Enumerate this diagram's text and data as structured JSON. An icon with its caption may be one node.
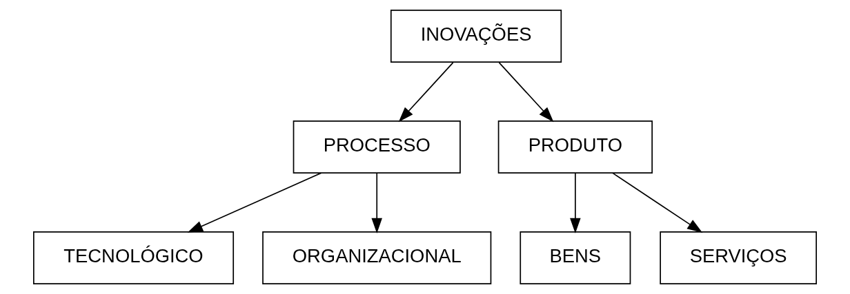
{
  "diagram": {
    "nodes": [
      {
        "text": [
          "INOVAÇÕES"
        ]
      },
      {
        "text": [
          "PROCESSO"
        ]
      },
      {
        "text": [
          "PRODUTO"
        ]
      },
      {
        "text": [
          "TECNOLÓGICO"
        ]
      },
      {
        "text": [
          "ORGANIZACIONAL"
        ]
      },
      {
        "text": [
          "BENS"
        ]
      },
      {
        "text": [
          "SERVIÇOS"
        ]
      }
    ],
    "edges": [
      {
        "from": 0,
        "to": 1,
        "arrow": "to"
      },
      {
        "from": 0,
        "to": 2,
        "arrow": "to"
      },
      {
        "from": 1,
        "to": 3,
        "arrow": "to"
      },
      {
        "from": 1,
        "to": 4,
        "arrow": "to"
      },
      {
        "from": 2,
        "to": 5,
        "arrow": "to"
      },
      {
        "from": 2,
        "to": 6,
        "arrow": "to"
      }
    ]
  }
}
